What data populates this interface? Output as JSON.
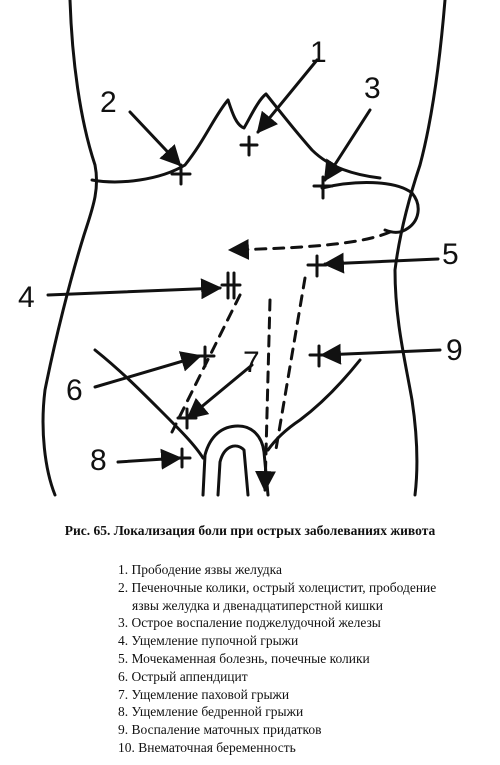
{
  "figure": {
    "labels": [
      "1",
      "2",
      "3",
      "4",
      "5",
      "6",
      "7",
      "8",
      "9"
    ]
  },
  "caption": "Рис. 65. Локализация боли при острых заболеваниях живота",
  "legend": [
    {
      "line1": "1. Прободение язвы желудка"
    },
    {
      "line1": "2. Печеночные колики, острый холецистит, прободение",
      "line2": "язвы желудка и двенадцатиперстной кишки"
    },
    {
      "line1": "3. Острое воспаление поджелудочной железы"
    },
    {
      "line1": "4. Ущемление пупочной грыжи"
    },
    {
      "line1": "5. Мочекаменная болезнь, почечные колики"
    },
    {
      "line1": "6. Острый аппендицит"
    },
    {
      "line1": "7. Ущемление паховой грыжи"
    },
    {
      "line1": "8. Ущемление бедренной грыжи"
    },
    {
      "line1": "9. Воспаление маточных придатков"
    },
    {
      "line1": "10. Внематочная беременность"
    }
  ]
}
